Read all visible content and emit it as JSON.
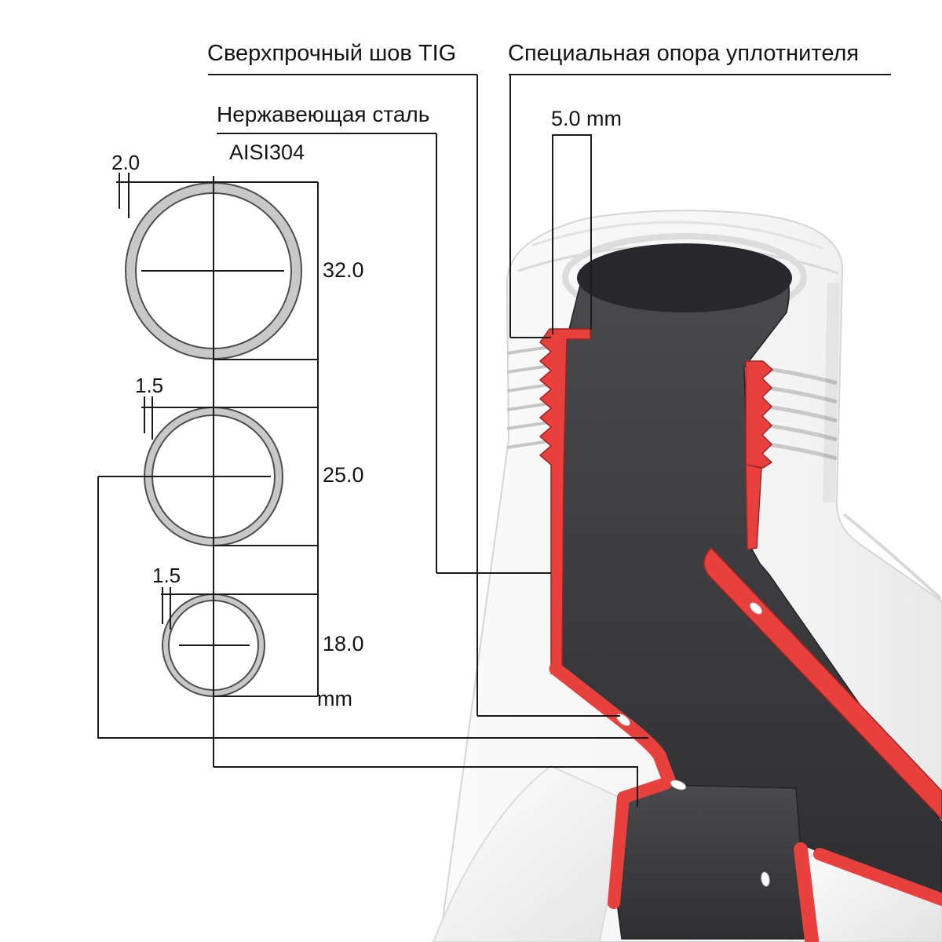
{
  "annotations": {
    "tig_seam": "Сверхпрочный шов TIG",
    "seal_support": "Специальная опора уплотнителя",
    "material": "Нержавеющая сталь",
    "alloy": "AISI304",
    "seal_width": "5.0 mm",
    "unit": "mm"
  },
  "pipes": [
    {
      "wall_thickness": "2.0",
      "outer_diameter": "32.0"
    },
    {
      "wall_thickness": "1.5",
      "outer_diameter": "25.0"
    },
    {
      "wall_thickness": "1.5",
      "outer_diameter": "18.0"
    }
  ],
  "colors": {
    "cut_face": "#e8413d",
    "cut_edge": "#9e2422",
    "interior": "#39393b",
    "body": "#f5f5f5",
    "annotation_line": "#1a1a1a",
    "ring_fill": "#c8c8c8"
  }
}
